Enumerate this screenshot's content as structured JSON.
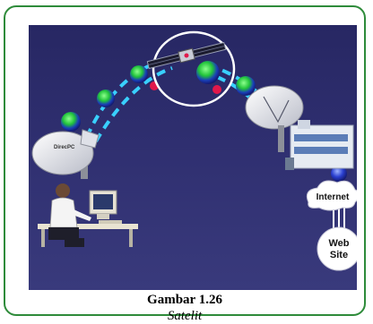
{
  "caption": {
    "title": "Gambar 1.26",
    "subtitle": "Satelit"
  },
  "illustration": {
    "cloud_label": "Internet",
    "site_label_line1": "Web",
    "site_label_line2": "Site",
    "dish_brand": "DirecPC"
  },
  "colors": {
    "frame_border": "#2e8b3a",
    "background_top": "#272763",
    "link_dash": "#39d0ff",
    "node_green": "#22c43a",
    "node_blue": "#2a3fd0"
  }
}
